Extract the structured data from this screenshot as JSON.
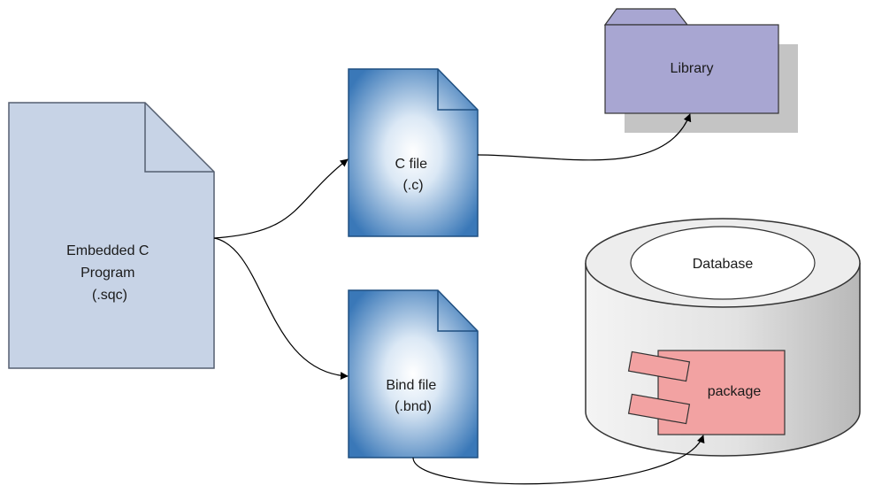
{
  "source": {
    "lines": [
      "Embedded C",
      "Program",
      "(.sqc)"
    ],
    "fill": "#c7d3e6",
    "stroke": "#555f70"
  },
  "c_file": {
    "lines": [
      "C file",
      "(.c)"
    ],
    "gradient_center": "#ffffff",
    "gradient_edge": "#3a78b8"
  },
  "bind_file": {
    "lines": [
      "Bind file",
      "(.bnd)"
    ]
  },
  "library": {
    "label": "Library",
    "fill": "#a8a6d2",
    "shadow": "#c4c4c4"
  },
  "database": {
    "label": "Database",
    "body_gradient_light": "#f4f4f4",
    "body_gradient_dark": "#b8b8b8"
  },
  "package": {
    "label": "package",
    "fill": "#f2a2a2"
  }
}
